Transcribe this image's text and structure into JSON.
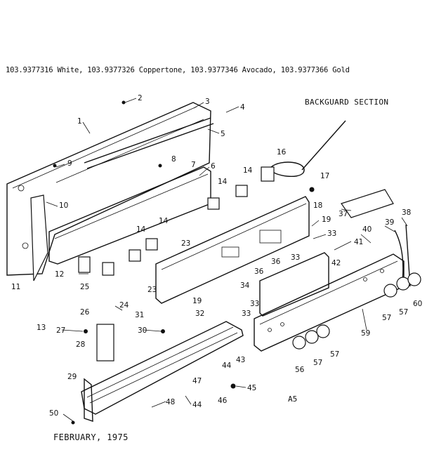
{
  "header": {
    "models": "103.9377316 White, 103.9377326 Coppertone, 103.9377346 Avocado, 103.9377366 Gold",
    "section_title": "BACKGUARD SECTION"
  },
  "footer": {
    "date": "FEBRUARY, 1975",
    "page_label": "A5"
  },
  "callouts": [
    "1",
    "2",
    "3",
    "4",
    "5",
    "6",
    "7",
    "8",
    "9",
    "10",
    "11",
    "12",
    "13",
    "14",
    "14",
    "14",
    "14",
    "16",
    "17",
    "18",
    "19",
    "19",
    "23",
    "23",
    "24",
    "25",
    "26",
    "27",
    "28",
    "29",
    "30",
    "31",
    "32",
    "33",
    "33",
    "33",
    "33",
    "34",
    "36",
    "36",
    "37",
    "38",
    "39",
    "40",
    "41",
    "42",
    "43",
    "44",
    "44",
    "45",
    "46",
    "47",
    "48",
    "50",
    "56",
    "57",
    "57",
    "57",
    "57",
    "59",
    "60"
  ]
}
